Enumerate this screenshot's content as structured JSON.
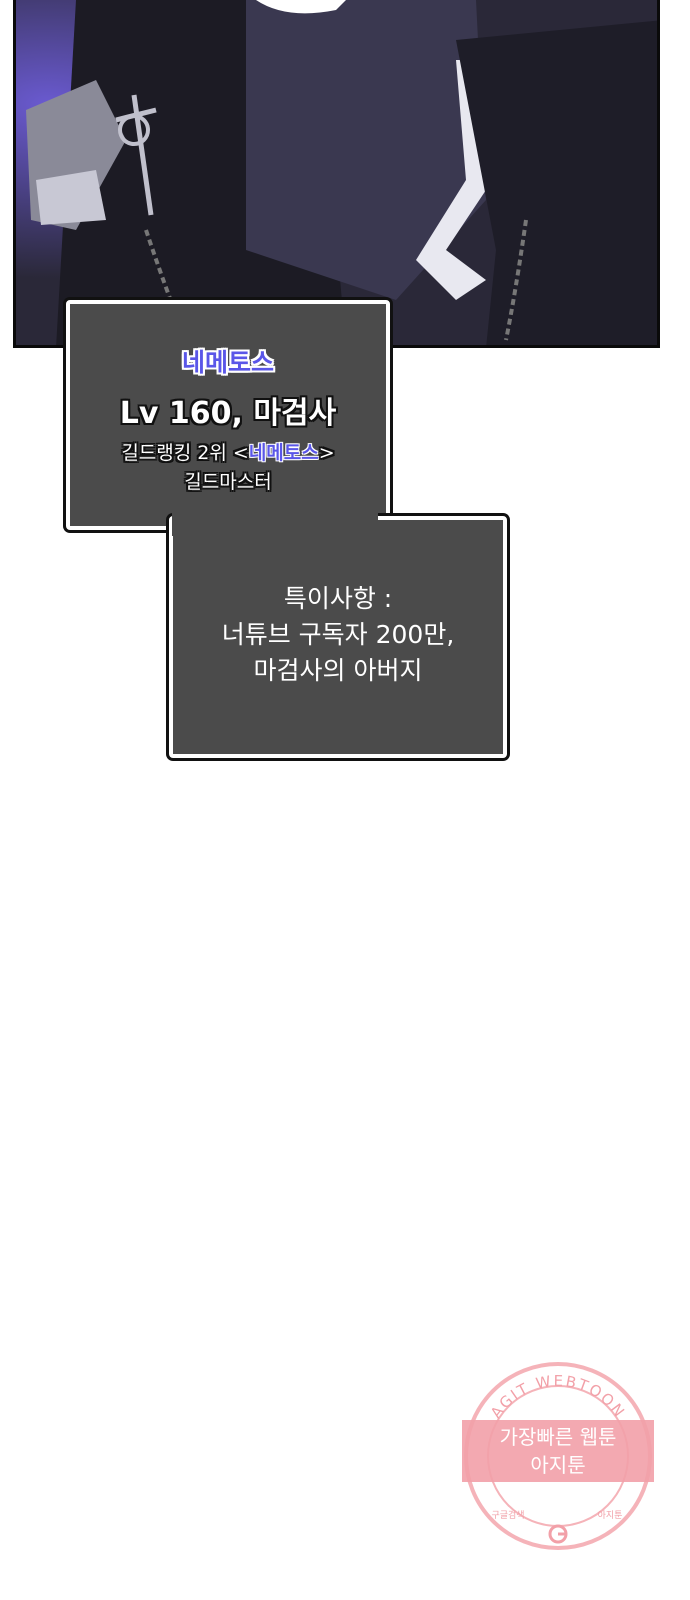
{
  "status_window": {
    "name": "네메토스",
    "level_class": "Lv 160, 마검사",
    "guild_rank_prefix": "길드랭킹 2위 <",
    "guild_name": "네메토스",
    "guild_rank_suffix": ">",
    "guild_role": "길드마스터"
  },
  "notes_window": {
    "line1": "특이사항 :",
    "line2": "너튜브 구독자 200만,",
    "line3": "마검사의 아버지"
  },
  "watermark": {
    "arc_text": "AGIT WEBTOON",
    "line1": "가장빠른 웹툰",
    "line2": "아지툰",
    "bottom_left": "구글검색",
    "bottom_right": "아지툰",
    "color": "#f2a0a8"
  }
}
